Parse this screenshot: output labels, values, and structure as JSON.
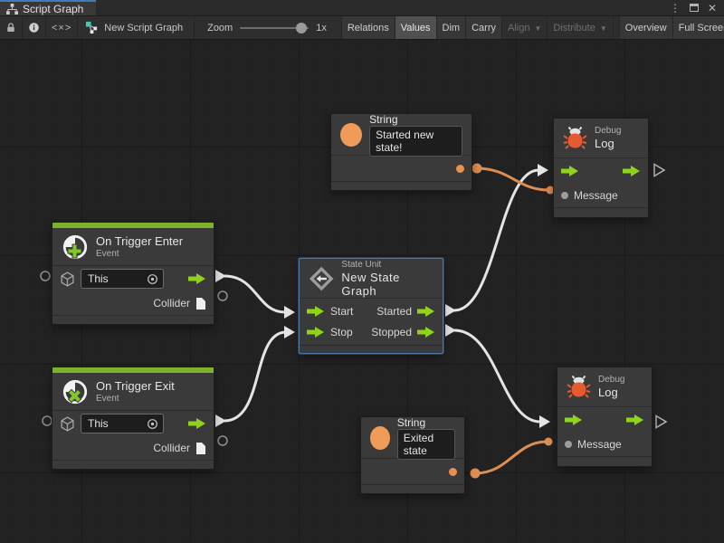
{
  "window": {
    "tab_title": "Script Graph",
    "menu_icon": "⋮",
    "close_icon": "✕"
  },
  "toolbar": {
    "graph_name": "New Script Graph",
    "code_toggle": "<×>",
    "zoom_label": "Zoom",
    "zoom_value": "1x",
    "caret": "▼",
    "buttons": [
      {
        "label": "Relations",
        "state": "normal"
      },
      {
        "label": "Values",
        "state": "active"
      },
      {
        "label": "Dim",
        "state": "normal"
      },
      {
        "label": "Carry",
        "state": "normal"
      },
      {
        "label": "Align",
        "state": "disabled"
      },
      {
        "label": "Distribute",
        "state": "disabled"
      },
      {
        "label": "Overview",
        "state": "normal"
      },
      {
        "label": "Full Screen",
        "state": "normal"
      }
    ]
  },
  "nodes": {
    "string_top": {
      "title": "String",
      "value": "Started new state!"
    },
    "string_bottom": {
      "title": "String",
      "value": "Exited state"
    },
    "debug_top": {
      "subtitle": "Debug",
      "title": "Log",
      "port": "Message"
    },
    "debug_bottom": {
      "subtitle": "Debug",
      "title": "Log",
      "port": "Message"
    },
    "trigger_enter": {
      "title": "On Trigger Enter",
      "subtitle": "Event",
      "target_value": "This",
      "output_label": "Collider"
    },
    "trigger_exit": {
      "title": "On Trigger Exit",
      "subtitle": "Event",
      "target_value": "This",
      "output_label": "Collider"
    },
    "state_unit": {
      "subtitle": "State Unit",
      "title": "New State Graph",
      "ports": {
        "in1": "Start",
        "in2": "Stop",
        "out1": "Started",
        "out2": "Stopped"
      }
    }
  },
  "colors": {
    "accent_green": "#8fd41a",
    "header_green": "#7db32c",
    "value_orange": "#e8914f",
    "wire_orange": "#dd8e52",
    "bug_red": "#e65a32",
    "selection_blue": "#4a7aa2",
    "tab_blue": "#3d7dbb"
  }
}
